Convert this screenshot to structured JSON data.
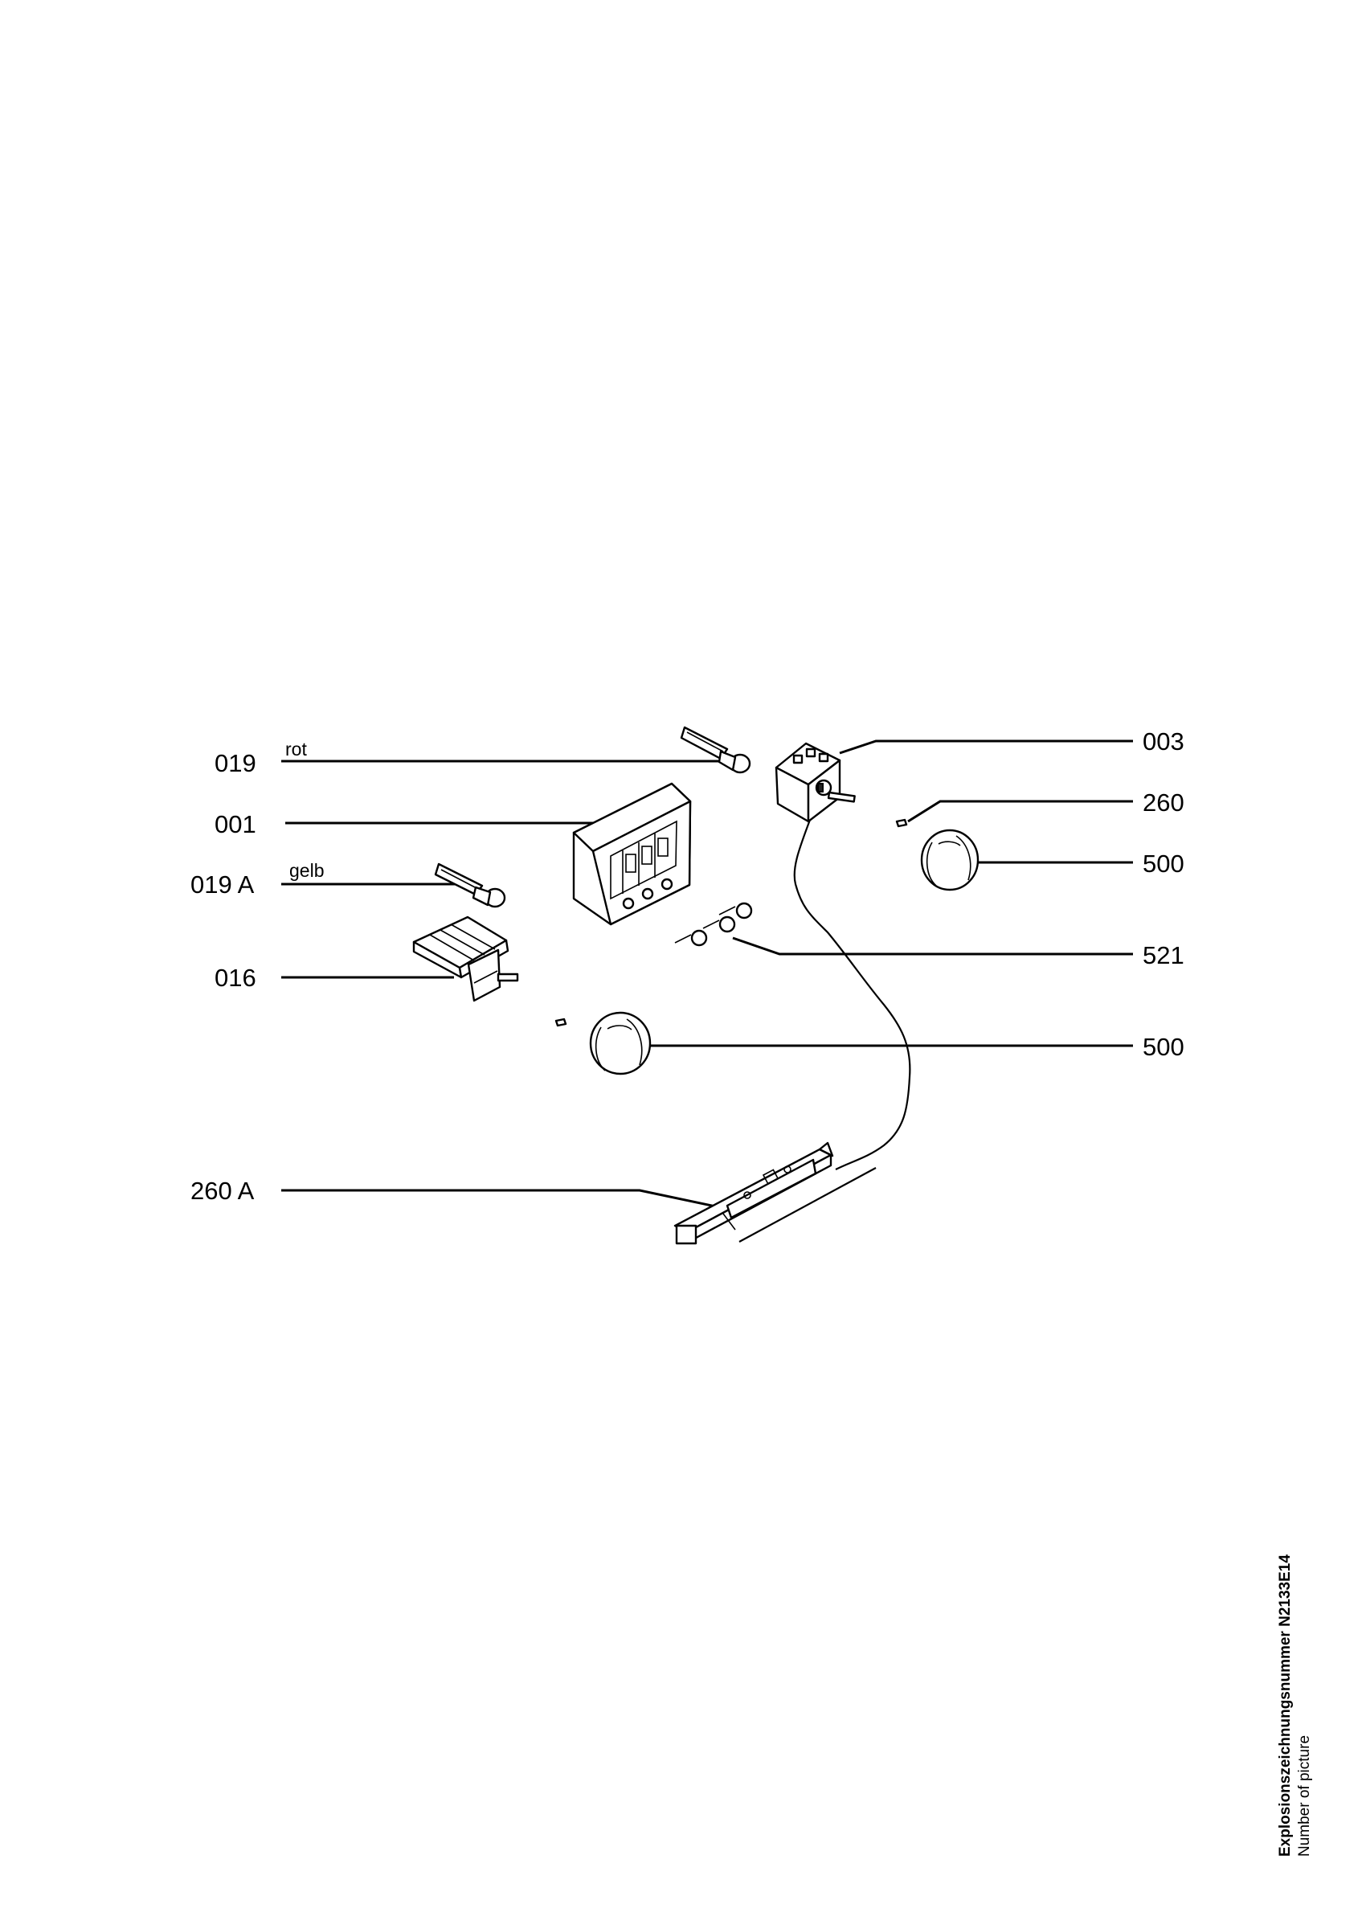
{
  "callouts": {
    "c019": "019",
    "c001": "001",
    "c019a": "019 A",
    "c016": "016",
    "c260a": "260 A",
    "c003": "003",
    "c260": "260",
    "c500_top": "500",
    "c521": "521",
    "c500_bottom": "500"
  },
  "notes": {
    "rot": "rot",
    "gelb": "gelb"
  },
  "footer": {
    "title": "Explosionszeichnungsnummer N2133E14",
    "subtitle": "Number of picture"
  }
}
